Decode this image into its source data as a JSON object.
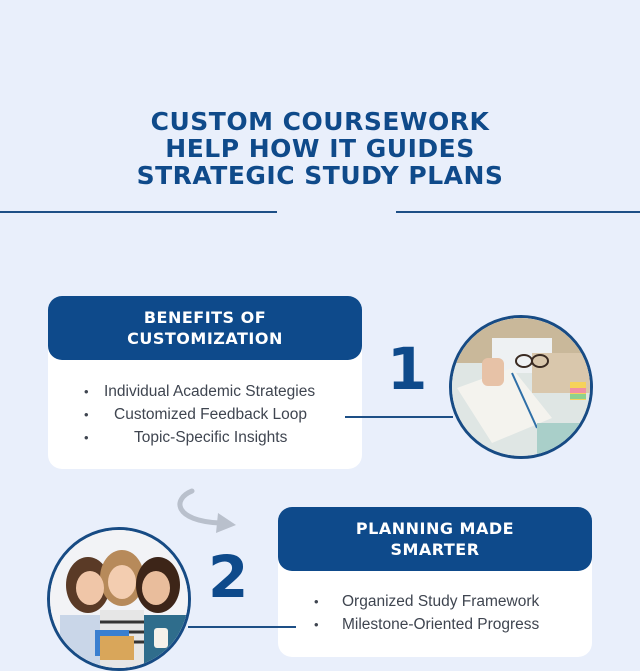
{
  "title": {
    "lines": [
      "CUSTOM COURSEWORK",
      "HELP HOW IT GUIDES",
      "STRATEGIC STUDY PLANS"
    ]
  },
  "colors": {
    "background": "#e9effb",
    "accent": "#0e4a8b",
    "card": "#ffffff",
    "text": "#3f4550"
  },
  "sections": [
    {
      "number": "1",
      "heading_lines": [
        "BENEFITS OF",
        "CUSTOMIZATION"
      ],
      "items": [
        "Individual Academic Strategies",
        "Customized Feedback Loop",
        "Topic-Specific Insights"
      ],
      "image": "study-desk-photo"
    },
    {
      "number": "2",
      "heading_lines": [
        "PLANNING MADE",
        "SMARTER"
      ],
      "items": [
        "Organized Study Framework",
        "Milestone-Oriented Progress"
      ],
      "image": "students-photo"
    }
  ],
  "icons": {
    "bullet": "•",
    "connector_arrow": "curved-arrow"
  }
}
